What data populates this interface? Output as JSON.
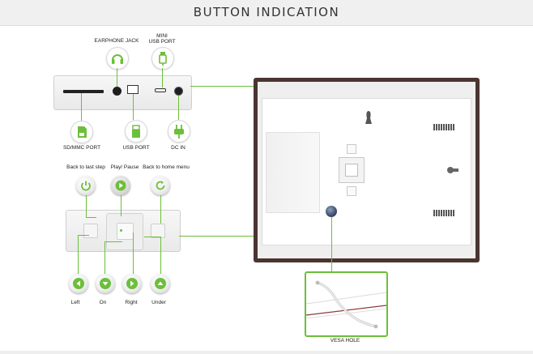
{
  "header": {
    "title": "BUTTON INDICATION"
  },
  "ports": {
    "earphone": "EARPHONE JACK",
    "mini_usb_line1": "MINI",
    "mini_usb_line2": "USB PORT",
    "sd": "SD/MMC PORT",
    "usb": "USB PORT",
    "dc": "DC IN"
  },
  "buttons": {
    "back": "Back to last step",
    "play": "Play/ Pause",
    "home": "Back to home menu",
    "left": "Left",
    "on": "On",
    "right": "Right",
    "under": "Under"
  },
  "vesa": {
    "label": "VESA HOLE"
  },
  "colors": {
    "accent_green": "#6cbf3a",
    "frame_dark": "#4a3530",
    "panel_gray": "#ececec"
  }
}
